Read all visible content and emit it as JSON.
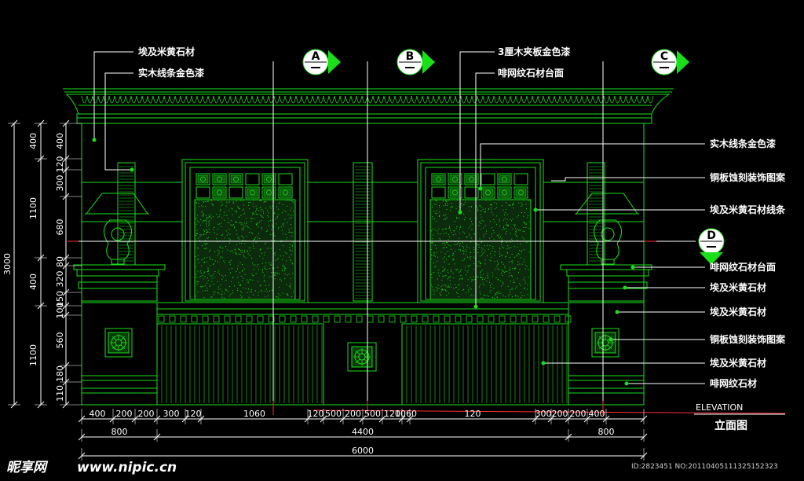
{
  "colors": {
    "line": "#19e019",
    "dim_line": "#ffffff",
    "background": "#000000",
    "accent_red": "#ff3030"
  },
  "section_markers": [
    "A",
    "B",
    "C",
    "D"
  ],
  "annotations_left_top": [
    "埃及米黄石材",
    "实木线条金色漆"
  ],
  "annotations_center_top": [
    "3厘木夹板金色漆",
    "啡网纹石材台面"
  ],
  "annotations_right": [
    "实木线条金色漆",
    "铜板蚀刻装饰图案",
    "埃及米黄石材线条",
    "啡网纹石材台面",
    "埃及米黄石材",
    "埃及米黄石材",
    "铜板蚀刻装饰图案",
    "埃及米黄石材",
    "啡网纹石材"
  ],
  "dims_bottom_row1": [
    "400",
    "200",
    "200",
    "300",
    "120",
    "1060",
    "120",
    "500",
    "200",
    "500",
    "120",
    "1060",
    "120",
    "300",
    "200",
    "200",
    "400"
  ],
  "dims_bottom_row2": [
    "800",
    "4400",
    "800"
  ],
  "dims_bottom_total": "6000",
  "dims_left_inner": [
    "400",
    "120",
    "300",
    "680",
    "80",
    "320",
    "150",
    "100",
    "560",
    "180",
    "110"
  ],
  "dims_left_mid": [
    "400",
    "1100",
    "400",
    "1100"
  ],
  "dims_left_total": "3000",
  "title": {
    "en": "ELEVATION",
    "cn": "立面图"
  },
  "watermark": {
    "logo": "昵享网",
    "url": "www.nipic.cn",
    "id": "ID:2823451 NO:20110405111325152323"
  }
}
